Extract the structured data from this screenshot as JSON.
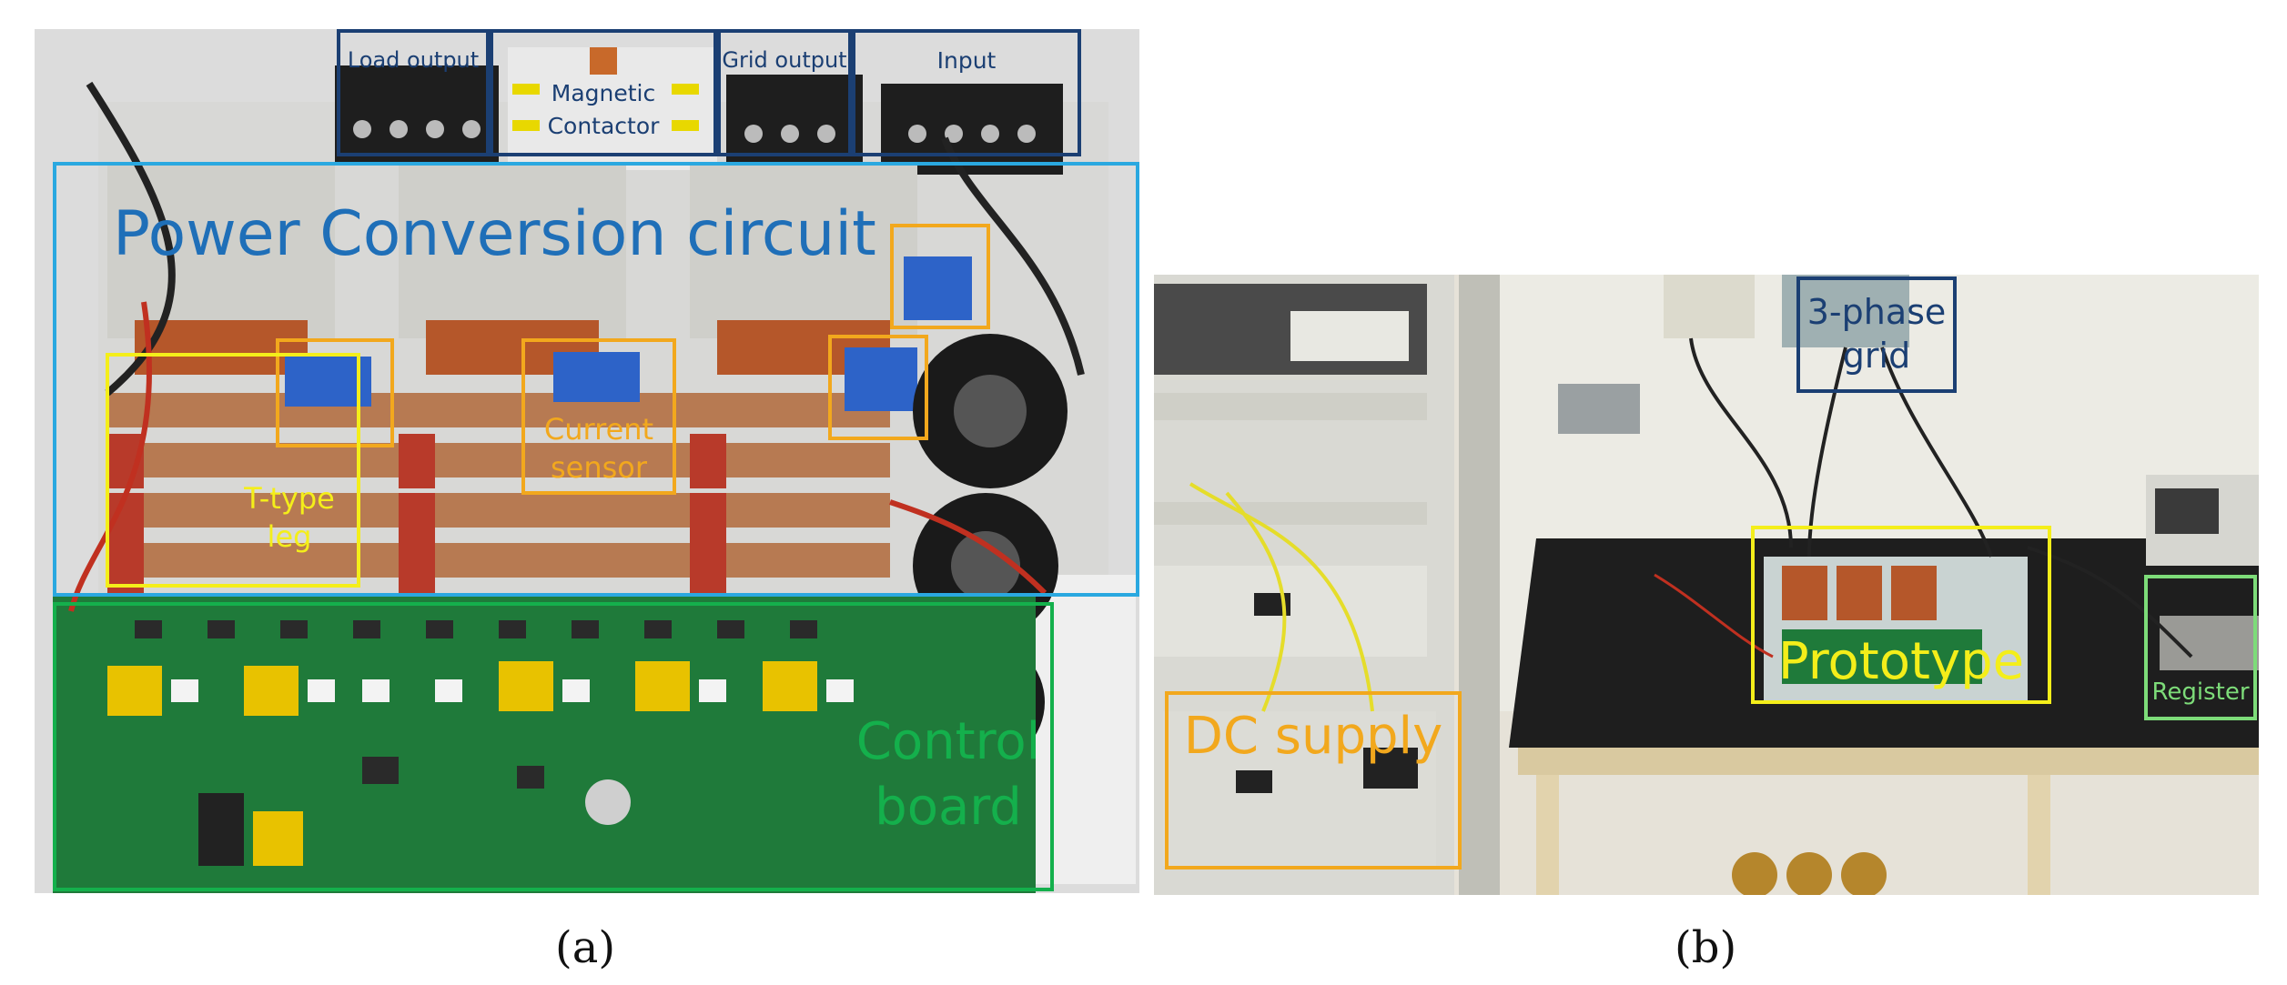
{
  "colors": {
    "navy": "#1b3f73",
    "blue": "#2aa8e0",
    "orange": "#f2a81d",
    "yellow": "#f4ee1a",
    "green": "#14b04c",
    "light_green": "#7ddc79",
    "pcb_green": "#1f7a3a",
    "copper": "#b77a52"
  },
  "panel_a": {
    "labels": {
      "load_output": "Load output",
      "magnetic_contactor_line1": "Magnetic",
      "magnetic_contactor_line2": "Contactor",
      "grid_output": "Grid output",
      "input": "Input",
      "power_conversion": "Power Conversion circuit",
      "current_sensor_line1": "Current",
      "current_sensor_line2": "sensor",
      "t_type_leg_line1": "T-type",
      "t_type_leg_line2": "leg",
      "control_board_line1": "Control",
      "control_board_line2": "board"
    },
    "caption": "(a)"
  },
  "panel_b": {
    "labels": {
      "three_phase_grid_line1": "3-phase",
      "three_phase_grid_line2": "grid",
      "prototype": "Prototype",
      "dc_supply": "DC supply",
      "register": "Register"
    },
    "caption": "(b)"
  }
}
